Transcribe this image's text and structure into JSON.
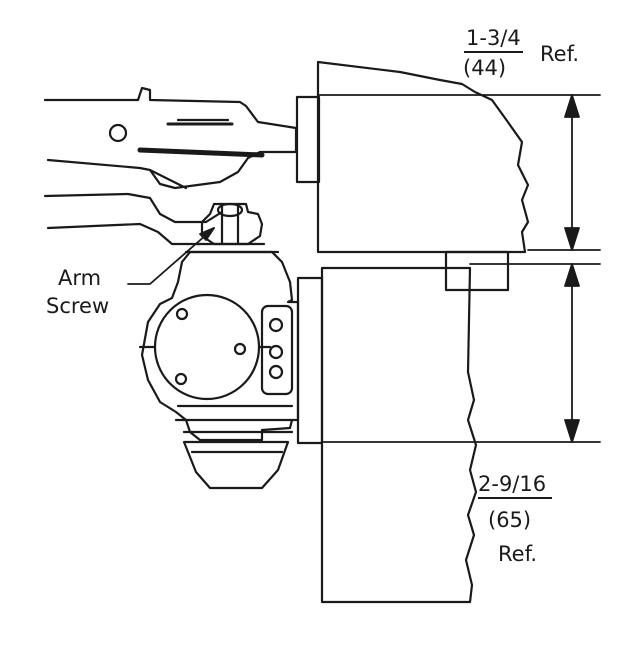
{
  "dimensions": {
    "upper": {
      "imperial": "1-3/4",
      "metric": "(44)",
      "ref": "Ref."
    },
    "lower": {
      "imperial": "2-9/16",
      "metric": "(65)",
      "ref": "Ref."
    }
  },
  "callouts": {
    "arm_screw": {
      "line1": "Arm",
      "line2": "Screw"
    }
  },
  "colors": {
    "ink": "#1a1a1a",
    "background": "#ffffff"
  }
}
